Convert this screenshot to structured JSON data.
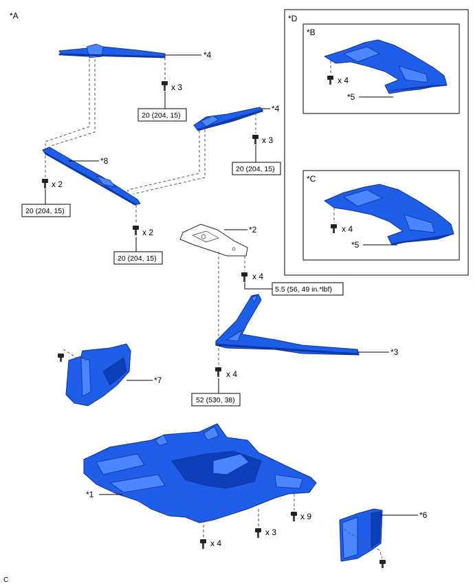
{
  "labels": {
    "view_a": "*A",
    "view_d": "*D",
    "view_b": "*B",
    "view_c": "*C",
    "p1": "*1",
    "p2": "*2",
    "p3": "*3",
    "p4a": "*4",
    "p4b": "*4",
    "p5a": "*5",
    "p5b": "*5",
    "p6": "*6",
    "p7": "*7",
    "p8": "*8"
  },
  "counts": {
    "bolt_p4a": "x 3",
    "bolt_p4b": "x 3",
    "bolt_p8": "x 2",
    "bolt_mid": "x 2",
    "bolt_p2": "x 4",
    "bolt_p3": "x 4",
    "bolt_b": "x 4",
    "bolt_c": "x 4",
    "bolt_p1_left": "x 4",
    "bolt_p1_mid": "x 3",
    "bolt_p1_right": "x 9"
  },
  "torques": {
    "t_p4a": "20 (204, 15)",
    "t_p4b": "20 (204, 15)",
    "t_p8": "20 (204, 15)",
    "t_mid": "20 (204, 15)",
    "t_p2": "5.5 (56, 49 in.*lbf)",
    "t_p3": "52 (530, 38)"
  },
  "corner_mark": "C",
  "colors": {
    "part_blue": "#1e5ee8",
    "part_dark": "#0b2f96"
  }
}
